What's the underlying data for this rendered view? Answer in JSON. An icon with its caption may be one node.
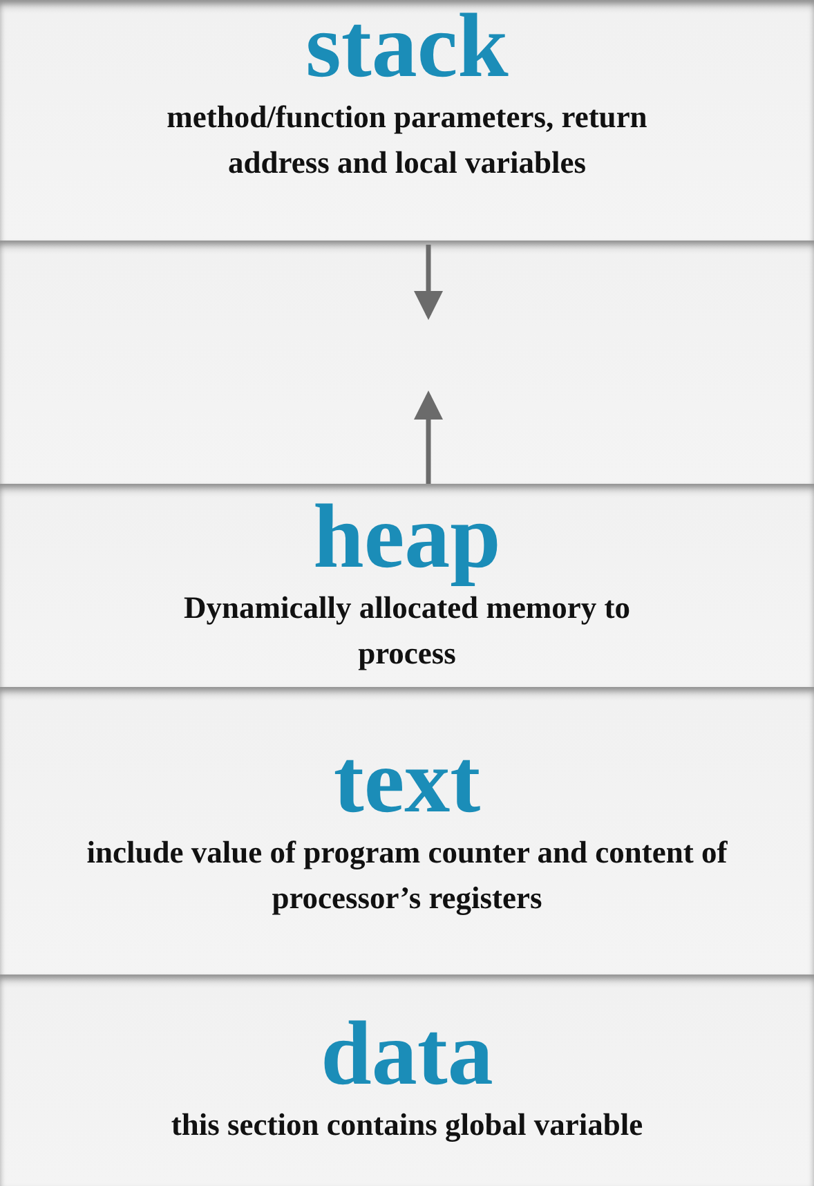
{
  "diagram": {
    "nodes": [
      {
        "text": [
          "stack",
          "method/function parameters, return address and local variables"
        ]
      },
      {
        "text": [],
        "shape": "box"
      },
      {
        "text": [
          "heap",
          "Dynamically allocated memory to process"
        ]
      },
      {
        "text": [
          "text",
          "include value of program counter and content of processor’s registers"
        ]
      },
      {
        "text": [
          "data",
          "this section contains global variable"
        ]
      }
    ],
    "edges": [
      {
        "from": 0,
        "to": 1,
        "arrow": "to"
      },
      {
        "from": 2,
        "to": 1,
        "arrow": "to"
      }
    ]
  }
}
